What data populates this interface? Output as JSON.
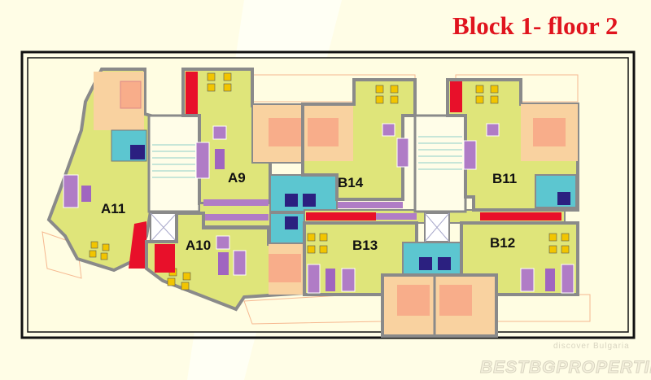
{
  "title": "Block 1- floor 2",
  "apartments": [
    "A11",
    "A9",
    "A10",
    "B14",
    "B13",
    "B11",
    "B12"
  ],
  "watermark": {
    "line1": "discover Bulgaria",
    "line2": "BESTBGPROPERTIES"
  },
  "colors": {
    "title": "#e0141e",
    "living": "#dfe57a",
    "bedroom": "#f9d2a0",
    "bathroom": "#5cc6d0",
    "wall": "#8a8a8a",
    "sofa": "#b07cc6",
    "chairs": "#f2c500",
    "kitchen": "#e8102a"
  }
}
